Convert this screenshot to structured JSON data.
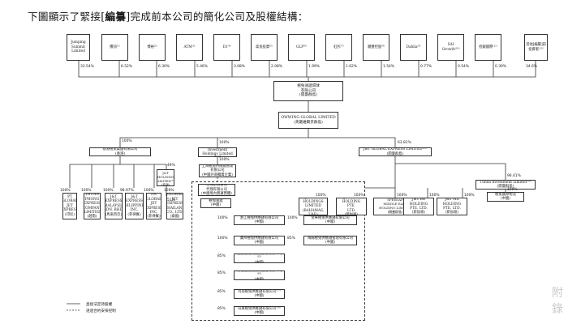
{
  "heading": {
    "before": "下圖顯示了緊接[",
    "redacted": "編纂",
    "after": "]完成前本公司的簡化公司及股權結構："
  },
  "shareholders": [
    {
      "label": "Jumping\nSummit\nLimited",
      "pct": "33.54%"
    },
    {
      "label": "騰訊⁽¹⁾",
      "pct": "6.52%"
    },
    {
      "label": "博裕⁽²⁾",
      "pct": "6.30%"
    },
    {
      "label": "ATM⁽³⁾",
      "pct": "5.46%"
    },
    {
      "label": "D1⁽⁴⁾",
      "pct": "3.08%"
    },
    {
      "label": "高瓴投資⁽⁵⁾",
      "pct": "2.08%"
    },
    {
      "label": "GLP⁽⁶⁾",
      "pct": "1.99%"
    },
    {
      "label": "紅杉⁽⁷⁾",
      "pct": "1.62%"
    },
    {
      "label": "順豐控股⁽⁸⁾",
      "pct": "1.54%"
    },
    {
      "label": "Dahlia⁽⁹⁾",
      "pct": "0.77%"
    },
    {
      "label": "SAI Growth⁽¹⁰⁾",
      "pct": "0.54%"
    },
    {
      "label": "招銀國際⁽¹¹⁾",
      "pct": "0.39%"
    },
    {
      "label": "其他[編纂]前\n投資者⁽¹²⁾",
      "pct": "34.6%"
    }
  ],
  "company": "極兔速遞環球\n有限公司\n(開曼群島)",
  "owwing": "OWWING GLOBAL LIMITED\n(英屬維爾京群島)",
  "level3": [
    {
      "label": "香港極兔集團有限公司\n(香港)",
      "pct": "100%"
    },
    {
      "label": "J&T Sino Investment\nHoldings Limited\n(香港)",
      "pct": "100%"
    },
    {
      "label": "J&T GLOBAL EXPRESS LIMITED⁽¹³⁾\n(開曼群島)",
      "pct": "63.81%"
    }
  ],
  "sea_entities": [
    {
      "label": "PT\nGLOBAL\nJET\nEXPRESS\n(印尼)",
      "pct": "100%"
    },
    {
      "label": "THUAN\nPHONG\nEXPRESS\nCOMPANY\nLIMITED\n(越南)",
      "pct": "100%"
    },
    {
      "label": "J&T\nEXPRESS\n(MALAYSIA)\nSDN. BHD.\n(馬來西亞)",
      "pct": "100%"
    },
    {
      "label": "J&T\nEXPRESS\n(PHILIPPINES)\nINC.\n(菲律賓)",
      "pct": "98.97%"
    },
    {
      "label": "PH\nGLOBAL\nJET\nEXPRESS\nINC.\n(菲律賓)",
      "pct": "100%"
    },
    {
      "label": "GLOBAL\nJET\nEXPRESS\n(THAILAND)\nCO., LTD.\n(泰國)",
      "pct": "100%"
    }
  ],
  "infinity": {
    "label": "INFINITY\nJ&T\nHOLDING\nLIMITED⁽¹⁴⁾\n(泰國)",
    "pct_top": "49%",
    "pct_bottom": "51%"
  },
  "china_mgmt": {
    "label": "上海極兔供應鏈管理\n有限公司\n(中國外商獨資企業)",
    "pct": "100%"
  },
  "contractual": {
    "label": "上海正昌貨運\n代理有限公司\n(中國境內營運實體)",
    "pct": "100%"
  },
  "jitu_sub": {
    "label": "極兔速遞\n(中國)",
    "pct": "100%"
  },
  "prc_subs": [
    {
      "label": "浙江極兔供應鏈有限公司\n(中國)",
      "pct": "100%"
    },
    {
      "label": "廣州極兔供應鏈有限公司\n(中國)",
      "pct": "100%"
    },
    {
      "label": "福建極兔供應鏈管理有限公司⁽¹⁵⁾\n(中國)",
      "pct": "85%"
    },
    {
      "label": "河北極兔物流供應鏈有限公司⁽¹⁶⁾\n(中國)",
      "pct": "85%"
    },
    {
      "label": "河南極兔供應鏈有限公司⁽¹⁷⁾\n(中國)",
      "pct": "85%"
    },
    {
      "label": "山東極兔供應鏈有限公司⁽¹⁸⁾\n(中國)",
      "pct": "85%"
    }
  ],
  "prc_subs_right": [
    {
      "label": "金華極兔供應鏈有限公司\n(中國)",
      "pct": "100%"
    },
    {
      "label": "揭陽極兔供應鏈管理有限公司\n(中國)",
      "pct": "85%"
    }
  ],
  "global_subs": [
    {
      "label": "J&T DGS\nHOLDINGS\nLIMITED\n(BAHAMAS, UAE)",
      "pct": "100%"
    },
    {
      "label": "J&T KSA\nHOLDING PTE.\nLTD.\n(新加坡)",
      "pct": "100%"
    },
    {
      "label": "SPEEDAF\nMIDDLE EAST\nHOLDING LIMITED\n(開曼群島)",
      "pct": "100%"
    },
    {
      "label": "J&T BR HOLDING\nPTE. LTD.\n(新加坡)",
      "pct": "100%"
    },
    {
      "label": "J&T MX HOLDING\nPTE. LTD.\n(新加坡)",
      "pct": "100%"
    }
  ],
  "tunda": {
    "label": "Tunda Investment Limited⁽¹⁹⁾\n(開曼群島)",
    "pct": "96.41%"
  },
  "jitu_intl": {
    "label": "極兔國際物流\n(中國)",
    "pct": "100%"
  },
  "legend": {
    "solid": "直接法定持股權",
    "dashed": "透過合約安排控制"
  },
  "stamp": "附錄"
}
